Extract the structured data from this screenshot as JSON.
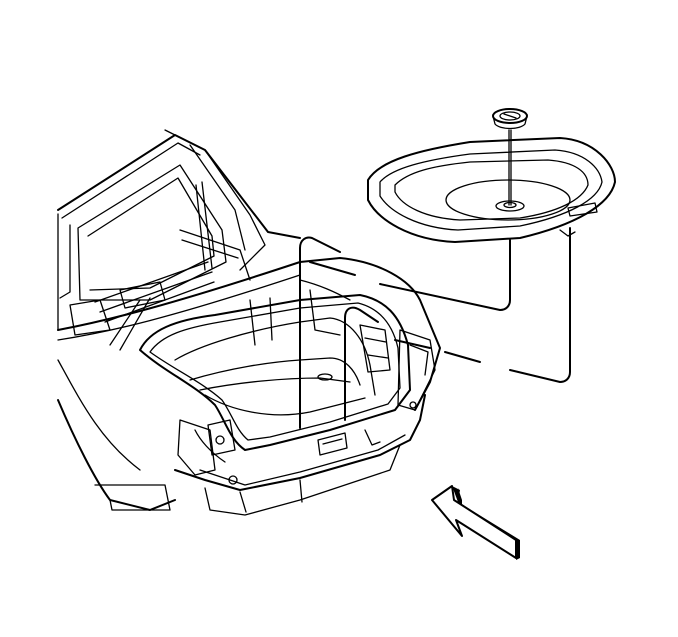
{
  "diagram": {
    "parts": [
      {
        "id": "vehicle-rear-body",
        "icon": "car-rear-trunk-icon"
      },
      {
        "id": "trunk-floor-trim-panel",
        "icon": "trim-panel-icon"
      },
      {
        "id": "spare-tire-retainer-knob",
        "icon": "retainer-knob-icon"
      },
      {
        "id": "view-direction-arrow",
        "icon": "arrow-up-left-icon"
      }
    ],
    "colors": {
      "line": "#000000",
      "background": "#ffffff",
      "arrow_shadow": "#000000"
    }
  }
}
